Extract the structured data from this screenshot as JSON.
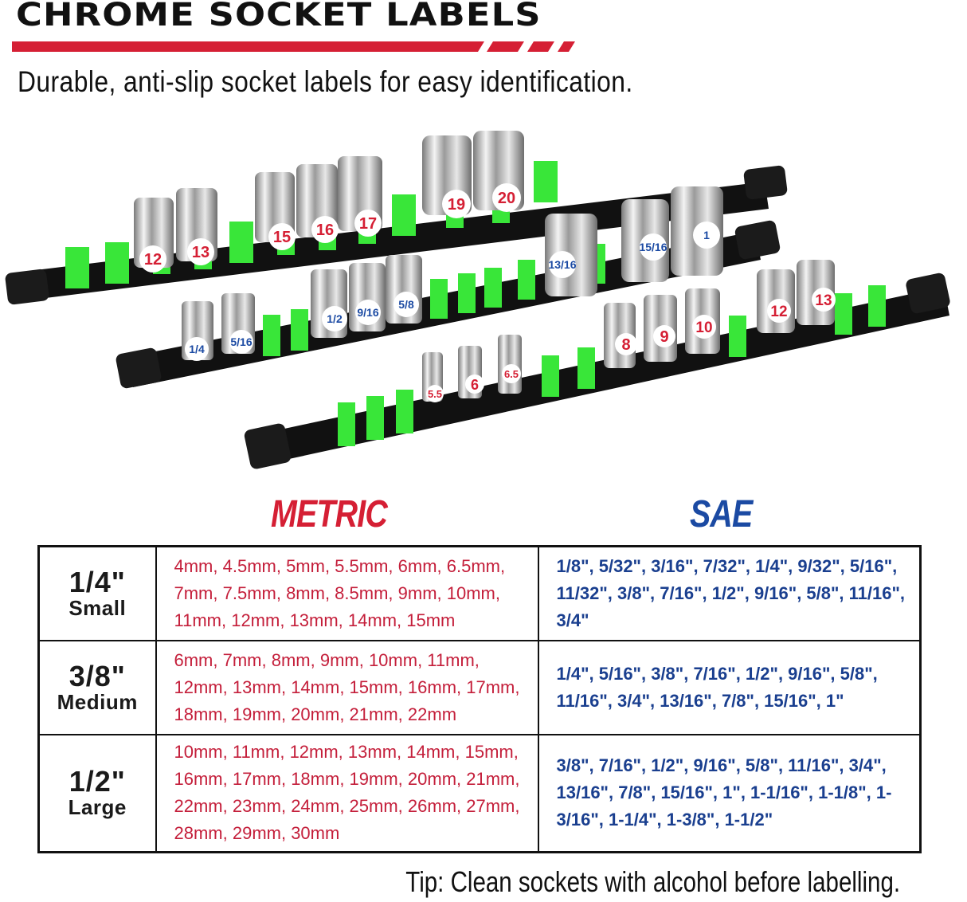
{
  "header": {
    "title": "CHROME SOCKET LABELS",
    "subtitle": "Durable, anti-slip socket labels for easy identification.",
    "accent_color": "#d51f34"
  },
  "photo": {
    "description": "Three black socket rails with green clips holding chrome sockets with size labels",
    "rails": [
      {
        "name": "3/8 metric rail",
        "labels": [
          "12",
          "13",
          "15",
          "16",
          "17",
          "19",
          "20"
        ],
        "label_color": "#d51f34"
      },
      {
        "name": "3/8 SAE rail",
        "labels": [
          "1/4",
          "5/16",
          "1/2",
          "9/16",
          "5/8",
          "13/16",
          "15/16",
          "1"
        ],
        "label_color": "#1b4aa3"
      },
      {
        "name": "1/4 metric rail",
        "labels": [
          "5.5",
          "6",
          "6.5",
          "8",
          "9",
          "10",
          "12",
          "13"
        ],
        "label_color": "#d51f34"
      }
    ],
    "rail_color": "#111111",
    "clip_color": "#39e639"
  },
  "columns": {
    "metric": "METRIC",
    "sae": "SAE",
    "metric_color": "#d51f34",
    "sae_color": "#1b4aa3"
  },
  "table": {
    "rows": [
      {
        "size": "1/4\"",
        "label": "Small",
        "metric": "4mm, 4.5mm, 5mm, 5.5mm, 6mm, 6.5mm, 7mm, 7.5mm, 8mm,  8.5mm, 9mm, 10mm, 11mm, 12mm, 13mm, 14mm, 15mm",
        "sae": "1/8\", 5/32\", 3/16\", 7/32\", 1/4\", 9/32\", 5/16\", 11/32\", 3/8\", 7/16\", 1/2\", 9/16\", 5/8\", 11/16\", 3/4\""
      },
      {
        "size": "3/8\"",
        "label": "Medium",
        "metric": "6mm, 7mm, 8mm, 9mm, 10mm, 11mm, 12mm, 13mm, 14mm, 15mm, 16mm, 17mm, 18mm, 19mm, 20mm, 21mm, 22mm",
        "sae": "1/4\", 5/16\", 3/8\", 7/16\", 1/2\", 9/16\", 5/8\", 11/16\", 3/4\", 13/16\", 7/8\", 15/16\", 1\""
      },
      {
        "size": "1/2\"",
        "label": "Large",
        "metric": "10mm, 11mm, 12mm, 13mm, 14mm, 15mm, 16mm, 17mm, 18mm, 19mm, 20mm, 21mm, 22mm, 23mm, 24mm, 25mm, 26mm, 27mm, 28mm, 29mm, 30mm",
        "sae": "3/8\", 7/16\", 1/2\", 9/16\", 5/8\", 11/16\", 3/4\", 13/16\", 7/8\", 15/16\", 1\", 1-1/16\", 1-1/8\", 1-3/16\", 1-1/4\", 1-3/8\", 1-1/2\""
      }
    ]
  },
  "footer": {
    "tip": "Tip: Clean sockets with alcohol before labelling."
  }
}
